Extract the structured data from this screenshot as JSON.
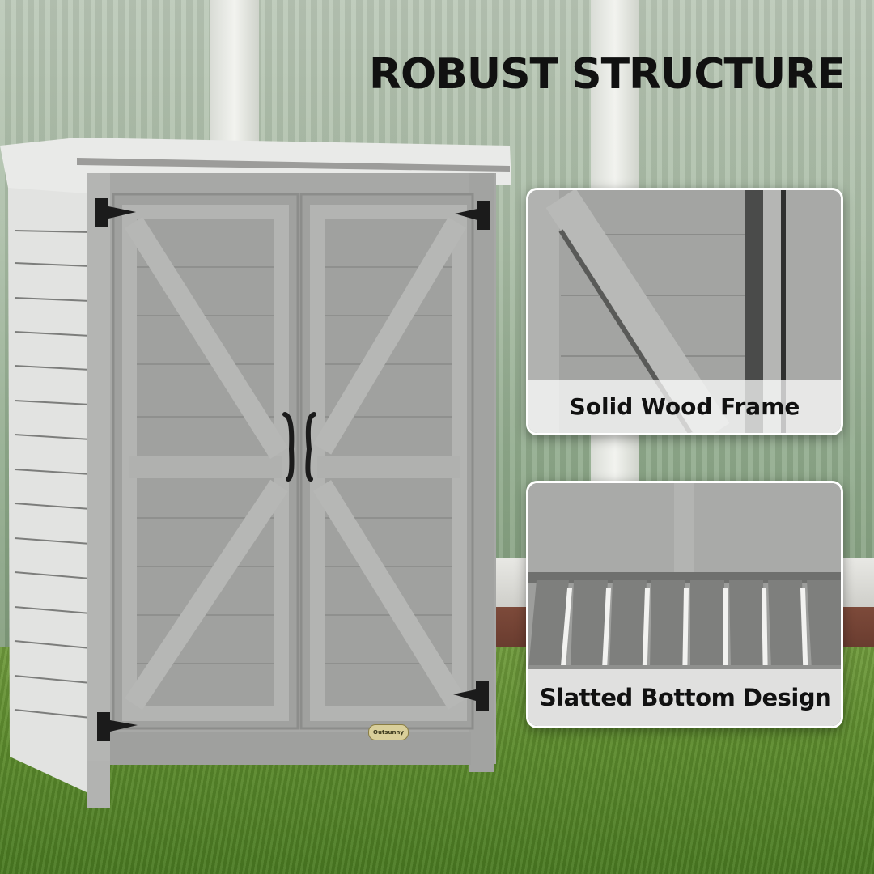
{
  "headline": "ROBUST STRUCTURE",
  "features": [
    {
      "caption": "Solid Wood Frame"
    },
    {
      "caption": "Slatted Bottom Design"
    }
  ],
  "brand_plaque": "Outsunny",
  "colors": {
    "shed_gray": "#a9aaa8",
    "trim_light": "#e4e5e3",
    "hardware_black": "#1b1b1b",
    "grass_green": "#5b8a2c",
    "headline_text": "#111111"
  }
}
